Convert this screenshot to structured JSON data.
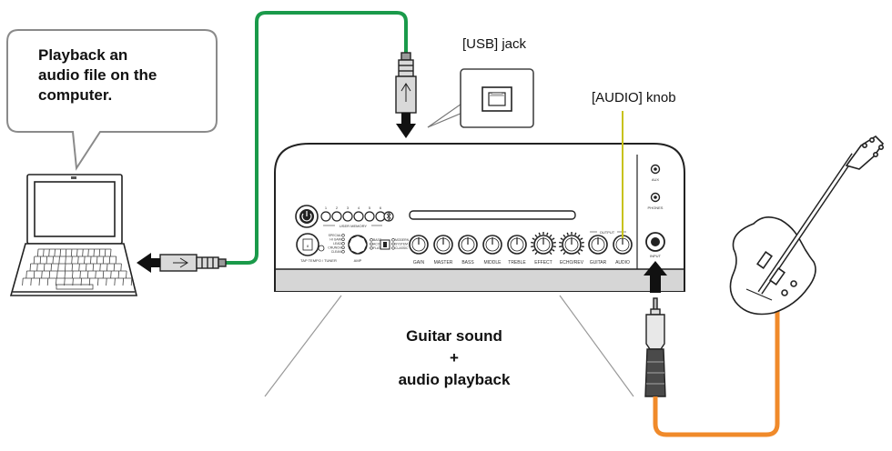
{
  "bubble": {
    "lines": [
      "Playback an",
      "audio file on the",
      "computer."
    ]
  },
  "callouts": {
    "usb_jack": "[USB] jack",
    "audio_knob": "[AUDIO] knob"
  },
  "caption": {
    "lines": [
      "Guitar sound",
      "+",
      "audio playback"
    ]
  },
  "amp": {
    "user_memory_numbers": [
      "1",
      "2",
      "3",
      "4",
      "5",
      "6"
    ],
    "user_memory_label": "USER MEMORY",
    "output_label": "OUTPUT",
    "amp_label": "AMP",
    "knob_labels": [
      "GAIN",
      "MASTER",
      "BASS",
      "MIDDLE",
      "TREBLE",
      "EFFECT",
      "ECHO/REV",
      "GUITAR",
      "AUDIO"
    ],
    "amp_types_left": [
      "SPECIAL",
      "HI GAIN",
      "LEAD",
      "CRUNCH",
      "CLEAN"
    ],
    "amp_types_right": [
      "MODERN",
      "SYSTEM",
      "CLASSIC"
    ],
    "mode_labels": [
      "BASS",
      "ACO",
      "FLAT"
    ],
    "tuner_label": "TAP TEMPO / TUNER",
    "aux_label": "AUX",
    "phones_label": "PHONES",
    "input_label": "INPUT"
  },
  "colors": {
    "usb_cable": "#1a9a4a",
    "guitar_cable": "#f08a2a",
    "audio_callout_line": "#c8c21a",
    "outline": "#222222"
  }
}
